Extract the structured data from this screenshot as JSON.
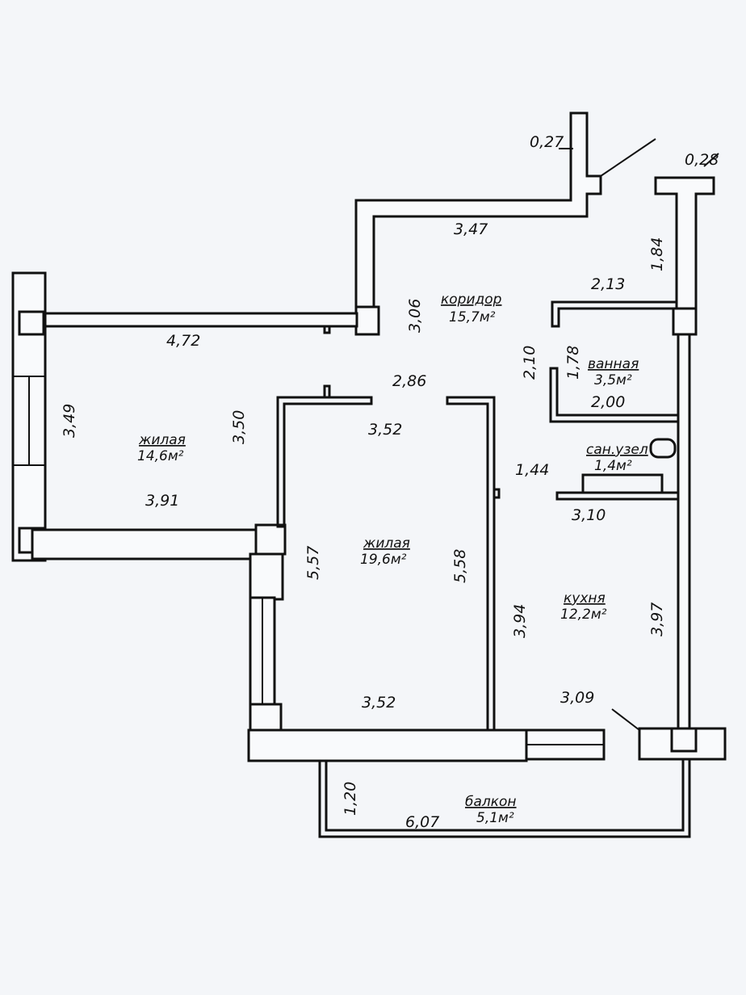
{
  "plan": {
    "rooms": {
      "corridor": {
        "name": "коридор",
        "area": "15,7м²"
      },
      "bath": {
        "name": "ванная",
        "area": "3,5м²"
      },
      "wc": {
        "name": "сан.узел",
        "area": "1,4м²"
      },
      "living_small": {
        "name": "жилая",
        "area": "14,6м²"
      },
      "living_large": {
        "name": "жилая",
        "area": "19,6м²"
      },
      "kitchen": {
        "name": "кухня",
        "area": "12,2м²"
      },
      "balcony": {
        "name": "балкон",
        "area": "5,1м²"
      }
    },
    "dims": {
      "d_027": "0,27",
      "d_028": "0,28",
      "d_347": "3,47",
      "d_184": "1,84",
      "d_213": "2,13",
      "d_306": "3,06",
      "d_472": "4,72",
      "d_210": "2,10",
      "d_178": "1,78",
      "d_286": "2,86",
      "d_200": "2,00",
      "d_349": "3,49",
      "d_350": "3,50",
      "d_352_top": "3,52",
      "d_144": "1,44",
      "d_391": "3,91",
      "d_310": "3,10",
      "d_557": "5,57",
      "d_558": "5,58",
      "d_394": "3,94",
      "d_397": "3,97",
      "d_352_bottom": "3,52",
      "d_309": "3,09",
      "d_120": "1,20",
      "d_607": "6,07"
    }
  }
}
